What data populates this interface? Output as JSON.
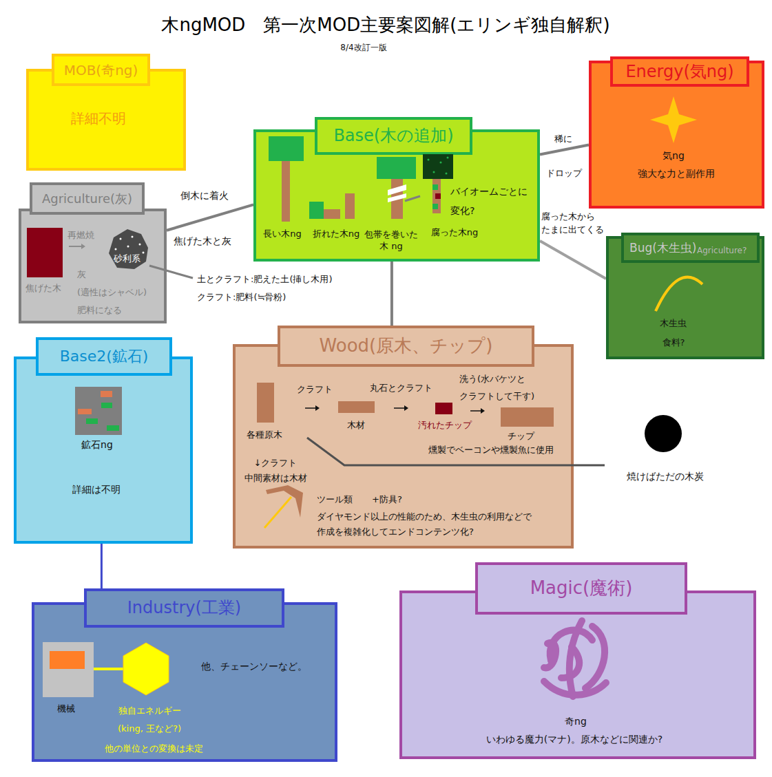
{
  "diagram": {
    "title": "木ngMOD　第一次MOD主要案図解(エリンギ独自解釈)",
    "nodes": [
      {
        "text": [
          "MOB(奇ng)",
          "詳細不明"
        ]
      },
      {
        "text": [
          "Base(木の追加)",
          "バイオームごとに 変化?",
          "長い木ng",
          "折れた木ng",
          "包帯を巻いた木 ng",
          "腐った木ng"
        ]
      },
      {
        "text": [
          "Energy(気ng)",
          "気ng",
          "強大な力と副作用"
        ]
      },
      {
        "text": [
          "Agriculture(灰)",
          "再燃焼",
          "焦げた木",
          "砂利系",
          "灰 (適性はシャベル) 肥料になる"
        ]
      },
      {
        "text": [
          "Bug(木生虫)",
          "Agriculture?",
          "木生虫",
          "食料?"
        ]
      },
      {
        "text": [
          "Base2(鉱石)",
          "鉱石ng",
          "詳細は不明"
        ]
      },
      {
        "text": [
          "Wood(原木、チップ)",
          "クラフト",
          "丸石とクラフト",
          "洗う(水バケツと クラフトして干す)",
          "各種原木",
          "木材",
          "汚れたチップ",
          "チップ",
          "燻製でベーコンや燻製魚に使用",
          "↓クラフト 中間素材は木材",
          "ツール類",
          "+防具?",
          "ダイヤモンド以上の性能のため、木生虫の利用などで 作成を複雑化してエンドコンテンツ化?"
        ]
      },
      {
        "text": [
          "Industry(工業)",
          "他、チェーンソーなど。",
          "機械",
          "独自エネルギー (king, 王など?)",
          "他の単位との変換は未定"
        ]
      },
      {
        "text": [
          "Magic(魔術)",
          "奇ng",
          "いわゆる魔力(マナ)。原木などに関連か?"
        ]
      }
    ],
    "edges": [
      {
        "from": 1,
        "to": 3,
        "arrow": "none",
        "label": "倒木に着火"
      },
      {
        "from": 1,
        "to": 2,
        "arrow": "none",
        "label": "稀に"
      },
      {
        "from": 1,
        "to": 4,
        "arrow": "none",
        "label": "腐った木から たまに出てくる"
      },
      {
        "from": 1,
        "to": 6,
        "arrow": "none"
      },
      {
        "from": 5,
        "to": 7,
        "arrow": "none"
      }
    ],
    "labels": [
      "8/4改訂一版",
      "焦げた木と灰",
      "ドロップ",
      "土とクラフト:肥えた土(挿し木用)",
      "クラフト:肥料(≒骨粉)",
      "焼けばただの木炭"
    ]
  }
}
